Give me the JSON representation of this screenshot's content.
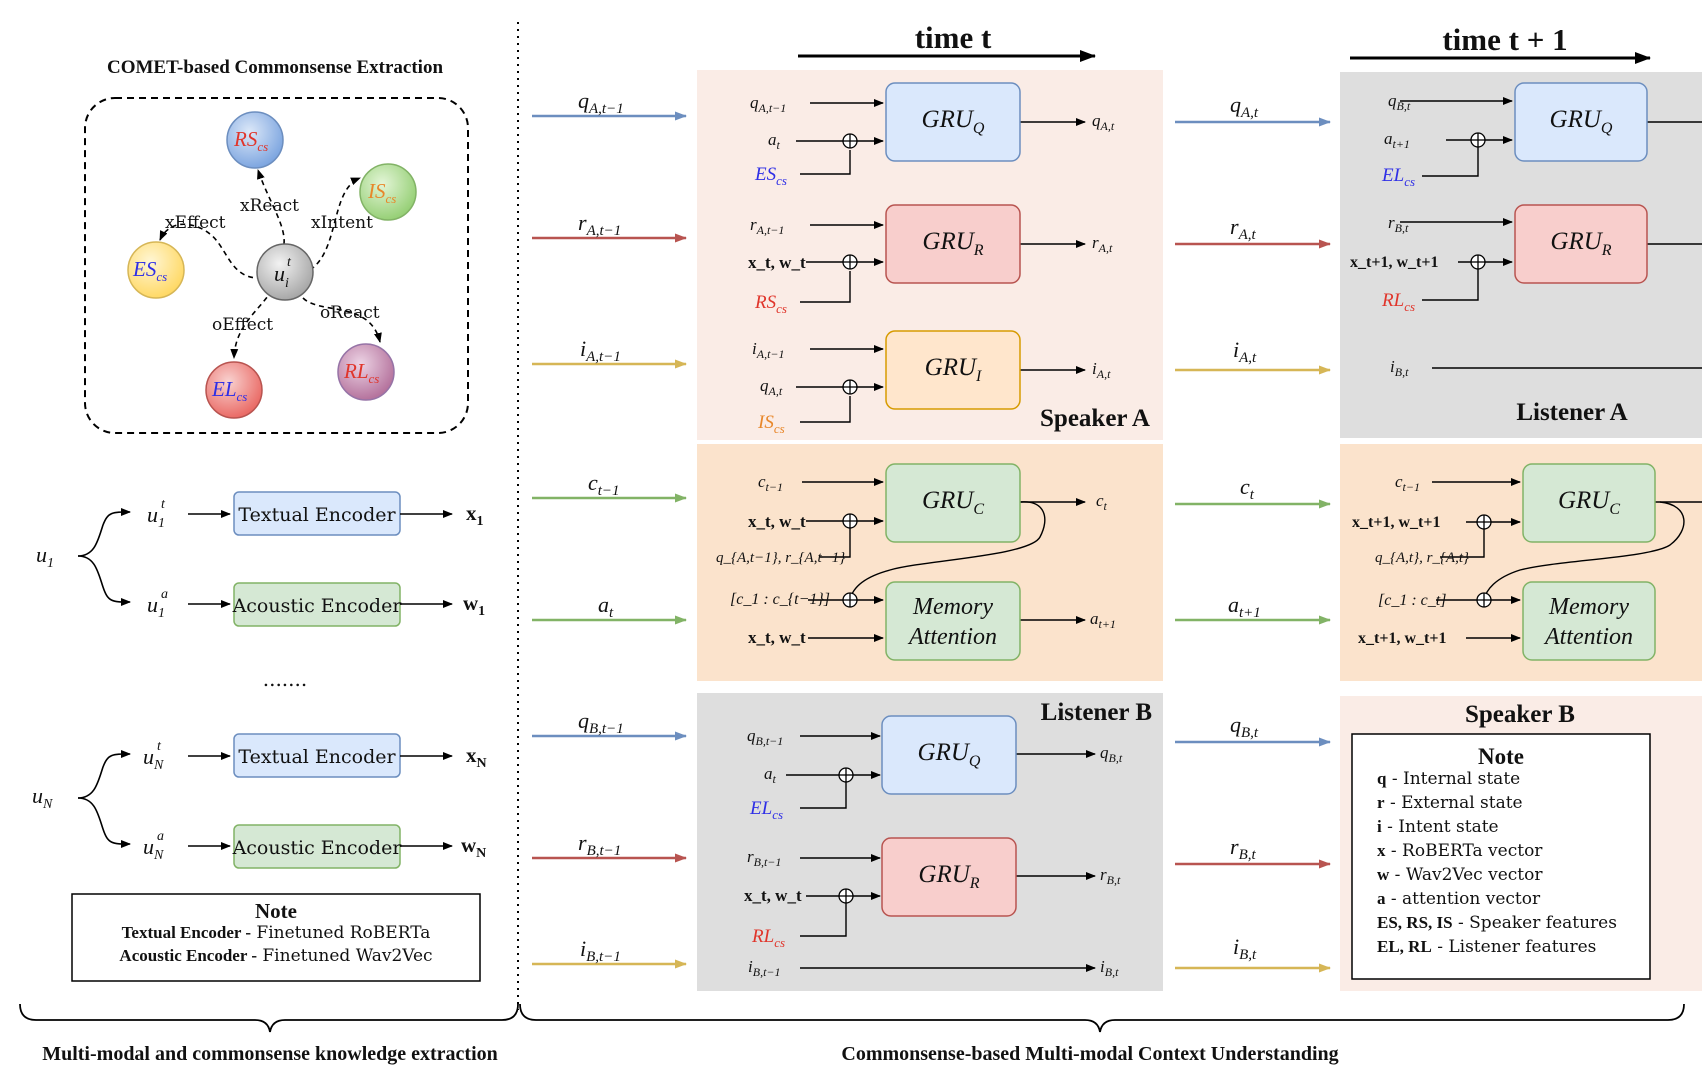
{
  "colors": {
    "blue": "#6c8ebf",
    "red": "#b85450",
    "orange": "#d6b656",
    "green": "#82b366",
    "cs_blue": "#2f2fe6",
    "cs_red": "#e0352b",
    "cs_orange": "#e8872a",
    "speaker_bg": "#faece6",
    "listener_bg": "#dedede",
    "context_bg": "#fbe3cc"
  },
  "header": {
    "time_t": "time t",
    "time_t1": "time t + 1"
  },
  "left": {
    "comet_title": "COMET-based Commonsense Extraction",
    "center_node": {
      "base": "u",
      "sub": "i",
      "sup": "t"
    },
    "nodes": [
      {
        "id": "rs",
        "base": "RS",
        "sub": "cs",
        "text_color": "cs_red",
        "fill": "#7ea6e0"
      },
      {
        "id": "is",
        "base": "IS",
        "sub": "cs",
        "text_color": "cs_orange",
        "fill": "#97d077"
      },
      {
        "id": "es",
        "base": "ES",
        "sub": "cs",
        "text_color": "cs_blue",
        "fill": "#ffd966"
      },
      {
        "id": "el",
        "base": "EL",
        "sub": "cs",
        "text_color": "cs_blue",
        "fill": "#ea6b66"
      },
      {
        "id": "rl",
        "base": "RL",
        "sub": "cs",
        "text_color": "cs_red",
        "fill": "#b5739d"
      }
    ],
    "edges": [
      "xEffect",
      "xReact",
      "xIntent",
      "oEffect",
      "oReact"
    ],
    "utterances": [
      {
        "u": {
          "base": "u",
          "sub": "1"
        },
        "t": {
          "base": "u",
          "sub": "1",
          "sup": "t"
        },
        "a": {
          "base": "u",
          "sub": "1",
          "sup": "a"
        },
        "textual": "Textual Encoder",
        "acoustic": "Acoustic Encoder",
        "x": {
          "base": "x",
          "sub": "1"
        },
        "w": {
          "base": "w",
          "sub": "1"
        }
      },
      {
        "u": {
          "base": "u",
          "sub": "N"
        },
        "t": {
          "base": "u",
          "sub": "N",
          "sup": "t"
        },
        "a": {
          "base": "u",
          "sub": "N",
          "sup": "a"
        },
        "textual": "Textual Encoder",
        "acoustic": "Acoustic Encoder",
        "x": {
          "base": "x",
          "sub": "N"
        },
        "w": {
          "base": "w",
          "sub": "N"
        }
      }
    ],
    "dots": ".......",
    "note": {
      "title": "Note",
      "lines": [
        {
          "key": "Textual Encoder -",
          "val": " Finetuned RoBERTa"
        },
        {
          "key": "Acoustic Encoder -",
          "val": " Finetuned Wav2Vec"
        }
      ]
    }
  },
  "col_t": {
    "incoming": [
      {
        "base": "q",
        "sub": "A,t−1",
        "color": "blue"
      },
      {
        "base": "r",
        "sub": "A,t−1",
        "color": "red"
      },
      {
        "base": "i",
        "sub": "A,t−1",
        "color": "orange"
      },
      {
        "base": "c",
        "sub": "t−1",
        "color": "green"
      },
      {
        "base": "a",
        "sub": "t",
        "color": "green"
      },
      {
        "base": "q",
        "sub": "B,t−1",
        "color": "blue"
      },
      {
        "base": "r",
        "sub": "B,t−1",
        "color": "red"
      },
      {
        "base": "i",
        "sub": "B,t−1",
        "color": "orange"
      }
    ],
    "speaker_label": "Speaker A",
    "listener_label": "Listener B",
    "gru_q": {
      "base": "GRU",
      "sub": "Q"
    },
    "gru_r": {
      "base": "GRU",
      "sub": "R"
    },
    "gru_i": {
      "base": "GRU",
      "sub": "I"
    },
    "gru_c": {
      "base": "GRU",
      "sub": "C"
    },
    "memory": [
      "Memory",
      "Attention"
    ],
    "sA": {
      "q_in": {
        "base": "q",
        "sub": "A,t−1"
      },
      "q_mix": {
        "base": "a",
        "sub": "t"
      },
      "q_cs": {
        "base": "ES",
        "sub": "cs"
      },
      "q_out": {
        "base": "q",
        "sub": "A,t"
      },
      "r_in": {
        "base": "r",
        "sub": "A,t−1"
      },
      "r_mix": "x_t, w_t",
      "r_cs": {
        "base": "RS",
        "sub": "cs"
      },
      "r_out": {
        "base": "r",
        "sub": "A,t"
      },
      "i_in": {
        "base": "i",
        "sub": "A,t−1"
      },
      "i_mix": {
        "base": "q",
        "sub": "A,t"
      },
      "i_cs": {
        "base": "IS",
        "sub": "cs"
      },
      "i_out": {
        "base": "i",
        "sub": "A,t"
      }
    },
    "ctx": {
      "c_in": {
        "base": "c",
        "sub": "t−1"
      },
      "c_mix": "x_t, w_t",
      "c_extra": "q_{A,t−1}, r_{A,t−1}",
      "c_out": {
        "base": "c",
        "sub": "t"
      },
      "m_in": "[c_1 : c_{t−1}]",
      "m_mix": "x_t, w_t",
      "m_out": {
        "base": "a",
        "sub": "t+1"
      }
    },
    "lB": {
      "q_in": {
        "base": "q",
        "sub": "B,t−1"
      },
      "q_mix": {
        "base": "a",
        "sub": "t"
      },
      "q_cs": {
        "base": "EL",
        "sub": "cs"
      },
      "q_out": {
        "base": "q",
        "sub": "B,t"
      },
      "r_in": {
        "base": "r",
        "sub": "B,t−1"
      },
      "r_mix": "x_t, w_t",
      "r_cs": {
        "base": "RL",
        "sub": "cs"
      },
      "r_out": {
        "base": "r",
        "sub": "B,t"
      },
      "i_in": {
        "base": "i",
        "sub": "B,t−1"
      },
      "i_out": {
        "base": "i",
        "sub": "B,t"
      }
    }
  },
  "col_t1": {
    "incoming": [
      {
        "base": "q",
        "sub": "A,t",
        "color": "blue"
      },
      {
        "base": "r",
        "sub": "A,t",
        "color": "red"
      },
      {
        "base": "i",
        "sub": "A,t",
        "color": "orange"
      },
      {
        "base": "c",
        "sub": "t",
        "color": "green"
      },
      {
        "base": "a",
        "sub": "t+1",
        "color": "green"
      },
      {
        "base": "q",
        "sub": "B,t",
        "color": "blue"
      },
      {
        "base": "r",
        "sub": "B,t",
        "color": "red"
      },
      {
        "base": "i",
        "sub": "B,t",
        "color": "orange"
      }
    ],
    "listener_label": "Listener A",
    "speaker_label": "Speaker B",
    "lA": {
      "q_in": {
        "base": "q",
        "sub": "B,t"
      },
      "q_mix": {
        "base": "a",
        "sub": "t+1"
      },
      "q_cs": {
        "base": "EL",
        "sub": "cs"
      },
      "r_in": {
        "base": "r",
        "sub": "B,t"
      },
      "r_mix": "x_t+1, w_t+1",
      "r_cs": {
        "base": "RL",
        "sub": "cs"
      },
      "i_in": {
        "base": "i",
        "sub": "B,t"
      }
    },
    "ctx": {
      "c_in": {
        "base": "c",
        "sub": "t−1"
      },
      "c_mix": "x_t+1, w_t+1",
      "c_extra": "q_{A,t}, r_{A,t}",
      "m_in": "[c_1 : c_t]",
      "m_mix": "x_t+1, w_t+1"
    },
    "note": {
      "title": "Note",
      "lines": [
        {
          "key": "q",
          "val": " - Internal state"
        },
        {
          "key": "r",
          "val": "  - External state"
        },
        {
          "key": "i",
          "val": "  - Intent state"
        },
        {
          "key": "x",
          "val": " - RoBERTa vector"
        },
        {
          "key": "w",
          "val": " - Wav2Vec vector"
        },
        {
          "key": "a",
          "val": " - attention vector"
        },
        {
          "key": "ES, RS, IS",
          "val": " - Speaker features"
        },
        {
          "key": "EL, RL",
          "val": " - Listener features"
        }
      ]
    }
  },
  "footer": {
    "left": "Multi-modal and commonsense knowledge extraction",
    "right": "Commonsense-based Multi-modal Context Understanding"
  }
}
